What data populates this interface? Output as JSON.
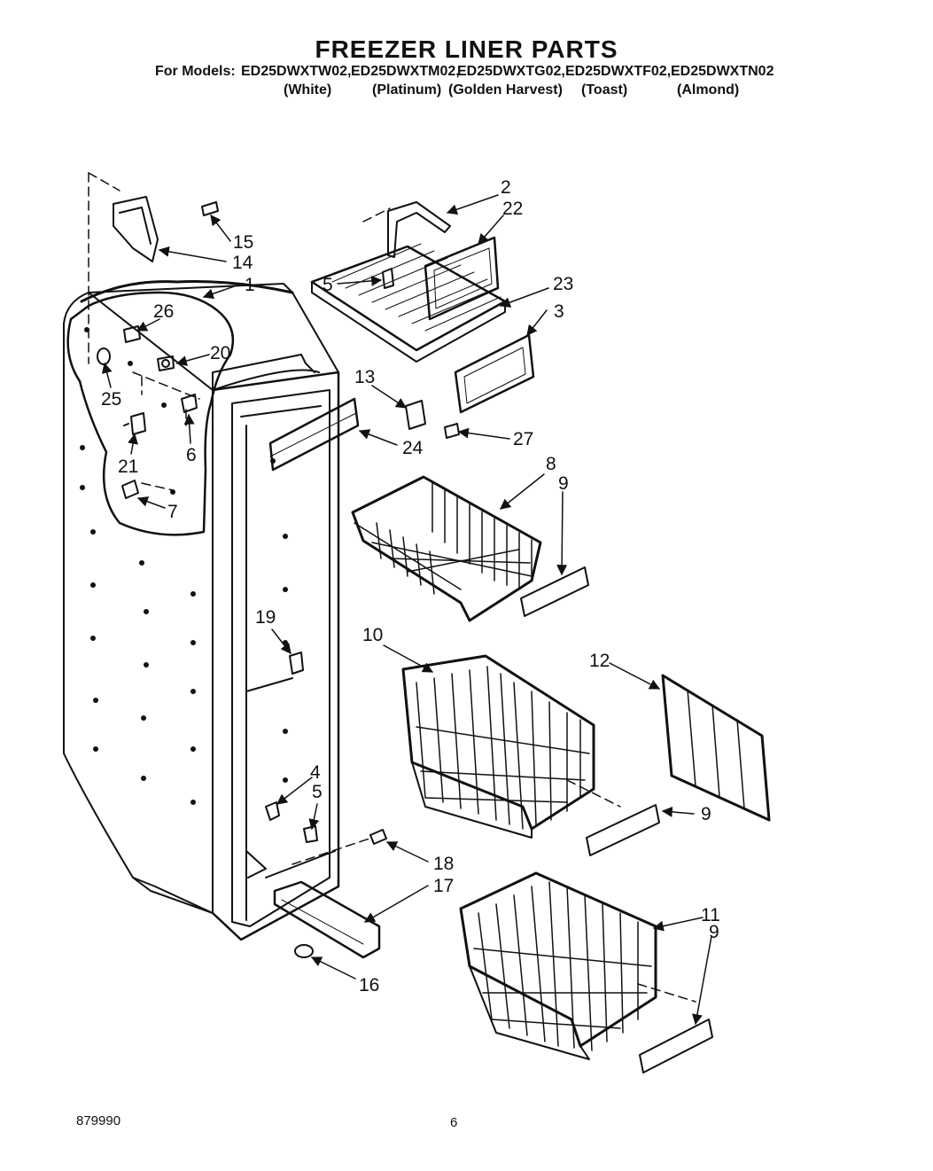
{
  "header": {
    "title": "FREEZER LINER PARTS",
    "models_label": "For Models:",
    "models": [
      "ED25DWXTW02,",
      "ED25DWXTM02,",
      "ED25DWXTG02,",
      "ED25DWXTF02,",
      "ED25DWXTN02"
    ],
    "colors": [
      "(White)",
      "(Platinum)",
      "(Golden Harvest)",
      "(Toast)",
      "(Almond)"
    ]
  },
  "callouts": [
    "1",
    "2",
    "3",
    "4",
    "5",
    "5",
    "6",
    "7",
    "8",
    "9",
    "9",
    "9",
    "10",
    "11",
    "12",
    "13",
    "14",
    "15",
    "16",
    "17",
    "18",
    "19",
    "20",
    "21",
    "22",
    "23",
    "24",
    "25",
    "26",
    "27"
  ],
  "footer": {
    "doc_number": "879990",
    "page_number": "6"
  }
}
